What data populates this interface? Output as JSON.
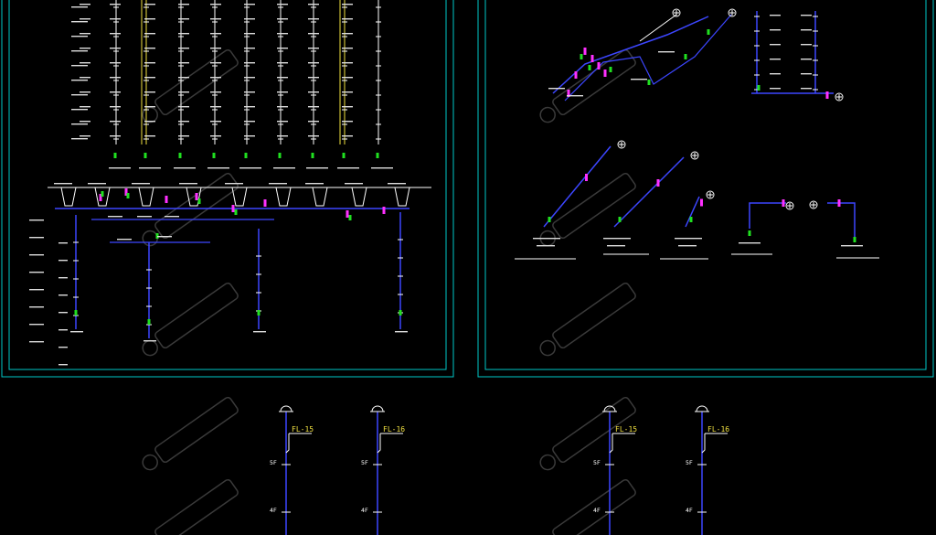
{
  "colors": {
    "background": "#000000",
    "frame": "#00c8c8",
    "pipe": "#3c46ff",
    "riser_alt": "#f0e040",
    "valve": "#ff30ff",
    "fitting": "#20e020",
    "text": "#ffffff",
    "tag": "#f0e040",
    "watermark": "#3a3a3a"
  },
  "sheets": [
    {
      "id": "left-sheet"
    },
    {
      "id": "right-sheet"
    }
  ],
  "watermark": {
    "icon": "watermark-logo-icon"
  },
  "bottom_risers": {
    "tags": [
      "FL-15",
      "FL-16",
      "FL-15",
      "FL-16"
    ],
    "floors": [
      "5F",
      "4F"
    ]
  }
}
